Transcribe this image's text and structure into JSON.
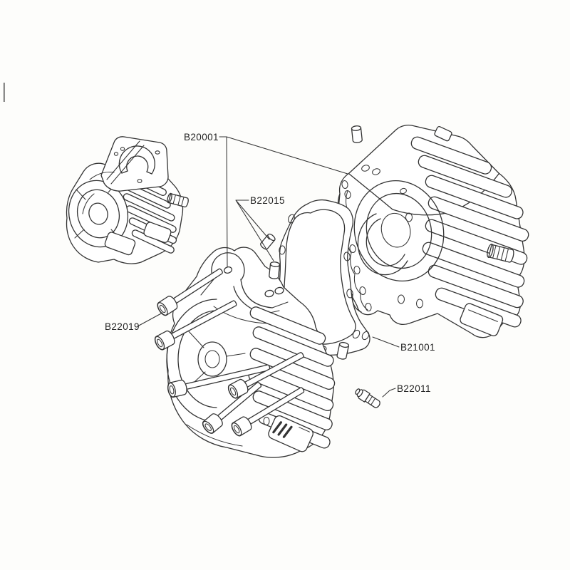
{
  "colors": {
    "background": "#fdfdfb",
    "line": "#333333",
    "text": "#222222"
  },
  "diagram": {
    "type": "exploded-parts-diagram",
    "subject": "engine crankcase exploded view",
    "labels": [
      {
        "text": "B20001"
      },
      {
        "text": "B22015"
      },
      {
        "text": "B22019"
      },
      {
        "text": "B21001"
      },
      {
        "text": "B22011"
      }
    ]
  }
}
